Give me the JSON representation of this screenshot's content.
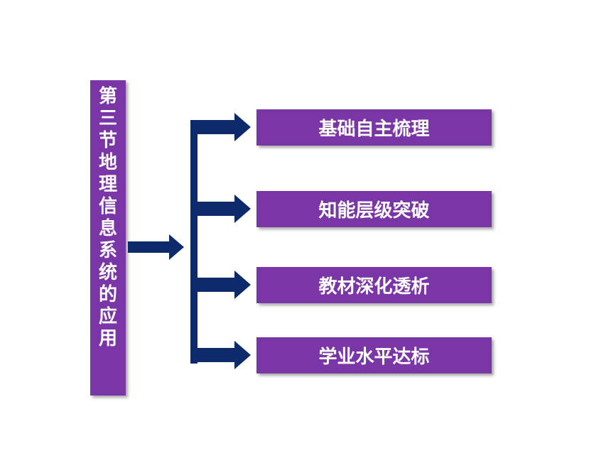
{
  "title": {
    "chars": [
      "第",
      "三",
      "节",
      "地",
      "理",
      "信",
      "息",
      "系",
      "统",
      "的",
      "应",
      "用"
    ]
  },
  "topics": [
    {
      "label": "基础自主梳理"
    },
    {
      "label": "知能层级突破"
    },
    {
      "label": "教材深化透析"
    },
    {
      "label": "学业水平达标"
    }
  ],
  "colors": {
    "box": "#7a35a6",
    "arrow": "#0d2a6b",
    "text": "#ffffff",
    "background": "#ffffff"
  }
}
